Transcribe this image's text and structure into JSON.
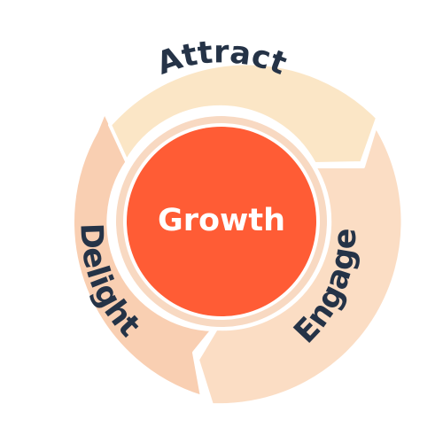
{
  "flywheel": {
    "center_label": "Growth",
    "segments": [
      {
        "label": "Attract",
        "color": "#FBE6C6"
      },
      {
        "label": "Engage",
        "color": "#FBDDC4"
      },
      {
        "label": "Delight",
        "color": "#F9CFB2"
      }
    ],
    "center_color": "#FF5C35",
    "halo_color": "#F8D9C2",
    "text_color": "#253347"
  }
}
